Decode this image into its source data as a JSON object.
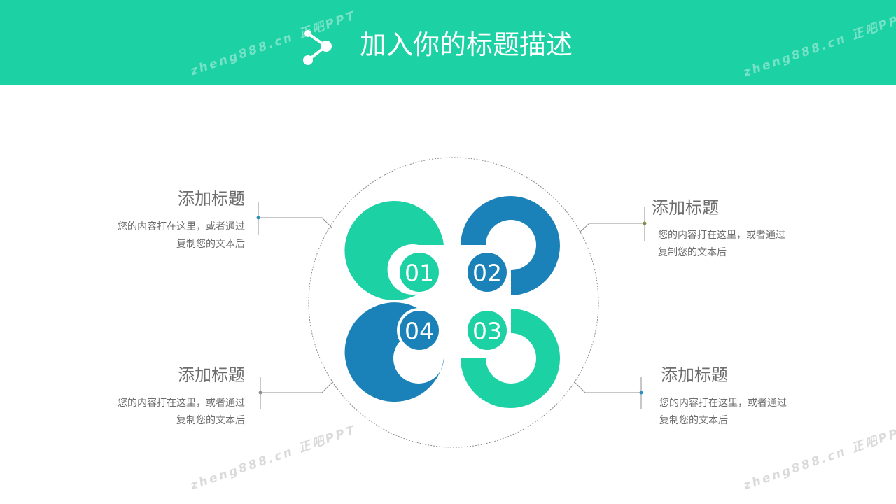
{
  "header": {
    "title": "加入你的标题描述",
    "icon": "share-nodes-icon",
    "background_color": "#1cd1a3"
  },
  "watermark": {
    "text": "zheng888.cn 正吧PPT"
  },
  "colors": {
    "teal": "#1cd1a3",
    "blue": "#1a82b8"
  },
  "items": [
    {
      "number": "01",
      "color": "teal",
      "title": "添加标题",
      "body_line1": "您的内容打在这里，或者通过",
      "body_line2": "复制您的文本后"
    },
    {
      "number": "02",
      "color": "blue",
      "title": "添加标题",
      "body_line1": "您的内容打在这里，或者通过",
      "body_line2": "复制您的文本后"
    },
    {
      "number": "03",
      "color": "teal",
      "title": "添加标题",
      "body_line1": "您的内容打在这里，或者通过",
      "body_line2": "复制您的文本后"
    },
    {
      "number": "04",
      "color": "blue",
      "title": "添加标题",
      "body_line1": "您的内容打在这里，或者通过",
      "body_line2": "复制您的文本后"
    }
  ]
}
